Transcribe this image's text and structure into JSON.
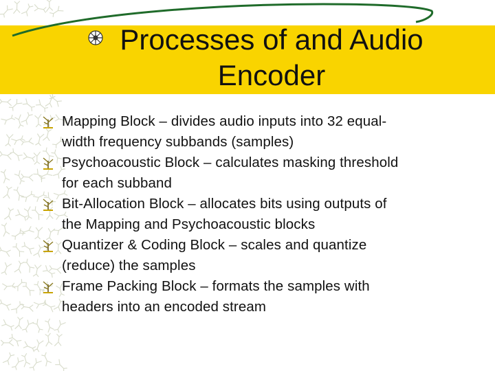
{
  "slide": {
    "title_line1": "Processes of and Audio",
    "title_line2": "Encoder",
    "bullets": [
      {
        "line1": "Mapping Block – divides audio inputs into 32 equal-",
        "line2": "width frequency subbands (samples)"
      },
      {
        "line1": "Psychoacoustic Block – calculates masking threshold",
        "line2": "for each subband"
      },
      {
        "line1": "Bit-Allocation Block – allocates bits using outputs of",
        "line2": "the Mapping and Psychoacoustic blocks"
      },
      {
        "line1": "Quantizer & Coding Block – scales and quantize",
        "line2": "(reduce) the samples"
      },
      {
        "line1": "Frame Packing Block – formats the samples with",
        "line2": "headers into an encoded stream"
      }
    ]
  },
  "colors": {
    "band": "#f9d400",
    "swoosh": "#1f6b2a",
    "text": "#111111",
    "pattern": "#d8dccb"
  },
  "icons": {
    "title_bullet": "flower-bullet-icon",
    "list_bullet": "plant-bullet-icon"
  }
}
